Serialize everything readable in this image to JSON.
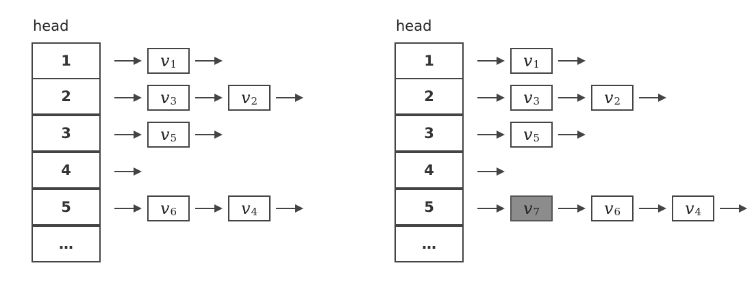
{
  "panels": [
    {
      "head_label": "head",
      "buckets": [
        {
          "label": "1",
          "chain": [
            {
              "base": "v",
              "sub": "1"
            }
          ]
        },
        {
          "label": "2",
          "chain": [
            {
              "base": "v",
              "sub": "3"
            },
            {
              "base": "v",
              "sub": "2"
            }
          ]
        },
        {
          "label": "3",
          "chain": [
            {
              "base": "v",
              "sub": "5"
            }
          ]
        },
        {
          "label": "4",
          "chain": []
        },
        {
          "label": "5",
          "chain": [
            {
              "base": "v",
              "sub": "6"
            },
            {
              "base": "v",
              "sub": "4"
            }
          ]
        },
        {
          "label": "…",
          "chain": null
        }
      ]
    },
    {
      "head_label": "head",
      "buckets": [
        {
          "label": "1",
          "chain": [
            {
              "base": "v",
              "sub": "1"
            }
          ]
        },
        {
          "label": "2",
          "chain": [
            {
              "base": "v",
              "sub": "3"
            },
            {
              "base": "v",
              "sub": "2"
            }
          ]
        },
        {
          "label": "3",
          "chain": [
            {
              "base": "v",
              "sub": "5"
            }
          ]
        },
        {
          "label": "4",
          "chain": []
        },
        {
          "label": "5",
          "chain": [
            {
              "base": "v",
              "sub": "7",
              "highlighted": true
            },
            {
              "base": "v",
              "sub": "6"
            },
            {
              "base": "v",
              "sub": "4"
            }
          ]
        },
        {
          "label": "…",
          "chain": null
        }
      ]
    }
  ],
  "colors": {
    "line": "#444444",
    "highlight": "#8c8c8c"
  }
}
